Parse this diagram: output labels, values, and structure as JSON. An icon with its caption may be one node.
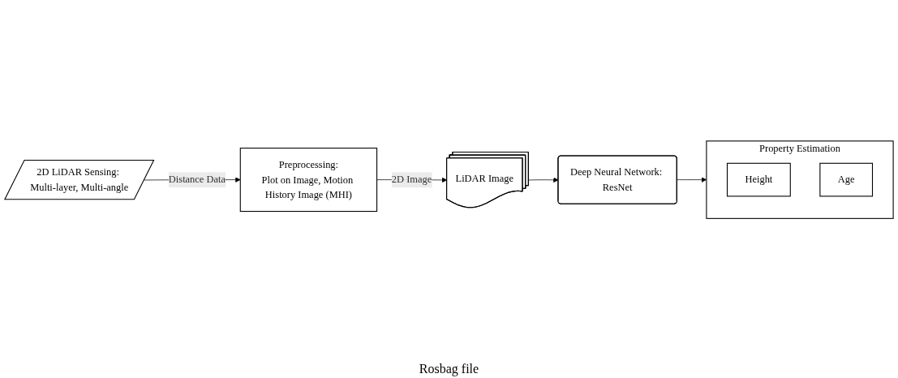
{
  "diagram": {
    "nodes": [
      {
        "text": [
          "2D LiDAR Sensing: Multi-layer, Multi-angle"
        ]
      },
      {
        "text": [
          "Preprocessing:",
          "Plot on Image, Motion History Image (MHI)"
        ]
      },
      {
        "text": [
          "LiDAR Image"
        ]
      },
      {
        "text": [
          "Deep Neural Network: ResNet"
        ]
      },
      {
        "text": [
          "Property Estimation"
        ]
      },
      {
        "text": [
          "Height"
        ],
        "in": 4
      },
      {
        "text": [
          "Age"
        ],
        "in": 4
      }
    ],
    "edges": [
      {
        "from": 0,
        "to": 1,
        "arrow": "to",
        "label": "Distance Data"
      },
      {
        "from": 1,
        "to": 2,
        "arrow": "to",
        "label": "2D Image"
      },
      {
        "from": 2,
        "to": 3,
        "arrow": "to"
      },
      {
        "from": 3,
        "to": 4,
        "arrow": "to"
      }
    ],
    "labels": [
      "Rosbag file"
    ]
  }
}
